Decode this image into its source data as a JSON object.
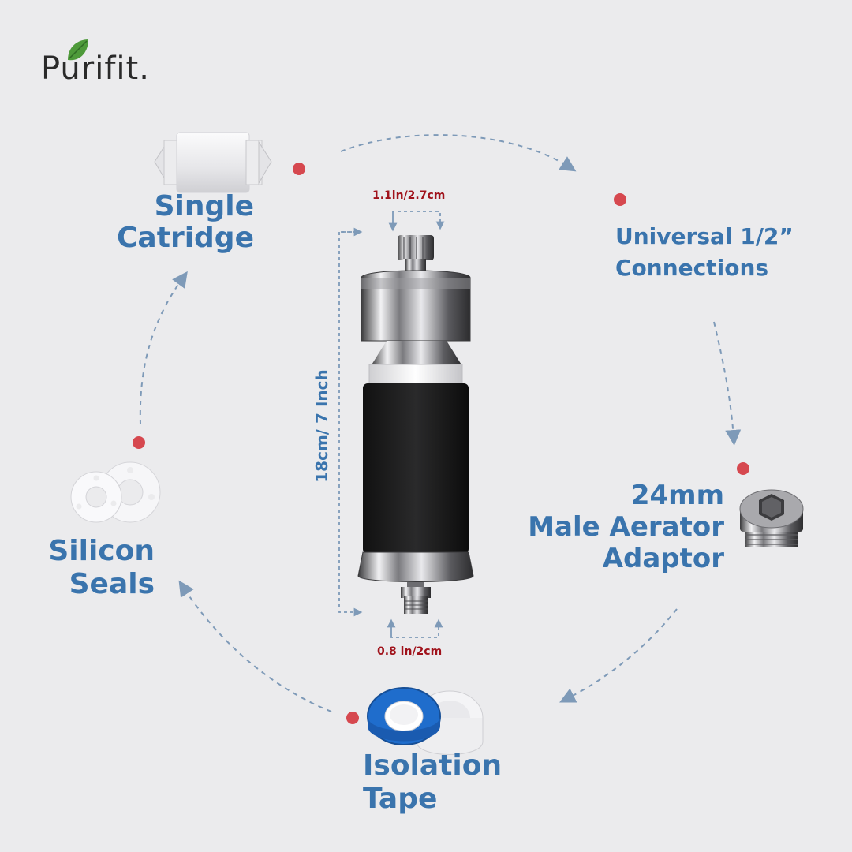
{
  "brand": {
    "name": "Purifit."
  },
  "labels": {
    "single_cartridge": {
      "line1": "Single",
      "line2": "Catridge"
    },
    "universal": {
      "line1": "Universal 1/2”",
      "line2": "Connections"
    },
    "aerator": {
      "line1": "24mm",
      "line2": "Male Aerator",
      "line3": "Adaptor"
    },
    "isolation": {
      "line1": "Isolation",
      "line2": "Tape"
    },
    "silicon": {
      "line1": "Silicon",
      "line2": "Seals"
    }
  },
  "dimensions": {
    "top_width": "1.1in/2.7cm",
    "bottom_width": "0.8 in/2cm",
    "height": "18cm/ 7 Inch"
  },
  "colors": {
    "background": "#ebebed",
    "label_blue": "#3a74ad",
    "dimension_red": "#a0121b",
    "dot_red": "#d6484f",
    "dash_blue": "#7e9ab8",
    "leaf_green": "#4e9a3a"
  },
  "icons": {
    "logo_leaf": "leaf-icon",
    "cartridge": "cartridge-icon",
    "adapter": "aerator-adapter-icon",
    "tape": "isolation-tape-icon",
    "seals": "silicon-seals-icon",
    "filter": "shower-filter-icon"
  }
}
